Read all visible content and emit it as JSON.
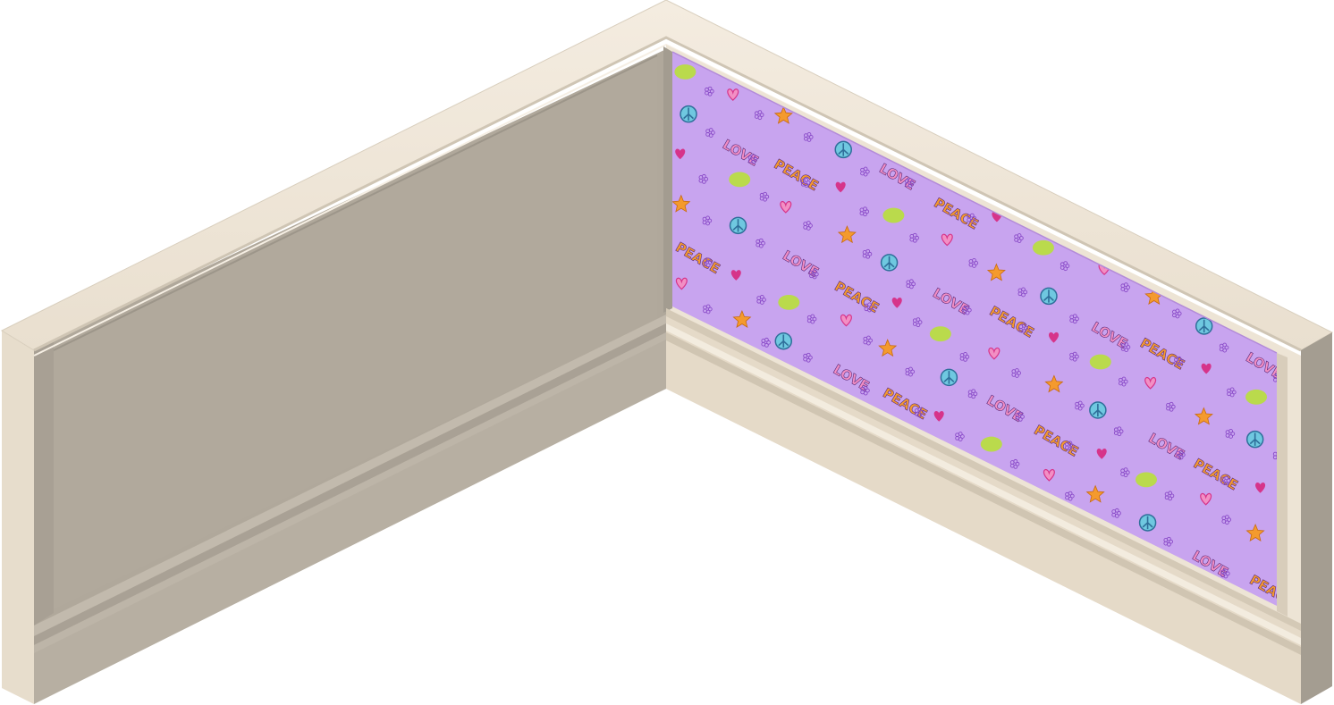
{
  "scene": {
    "description_words": [
      "LOVE",
      "PEACE"
    ],
    "colors": {
      "background": "#ffffff",
      "trim_light": "#f1e8d9",
      "trim_mid": "#e6dccb",
      "trim_shadow": "#b0a89b",
      "trim_dark": "#a49d91",
      "left_wall": "#b0a89b",
      "left_wall_dark": "#a39c90",
      "wallpaper_bg": "#c8a4ef",
      "motif_pink": "#f28fc4",
      "motif_magenta": "#d6348a",
      "motif_orange": "#f49a2e",
      "motif_lime": "#b8e03a",
      "motif_blue": "#6fc8e0",
      "motif_purple": "#8a4bc8"
    },
    "left_wall": {
      "finish": "plain"
    },
    "right_wall": {
      "finish": "wallpaper",
      "pattern": "love-peace"
    }
  }
}
